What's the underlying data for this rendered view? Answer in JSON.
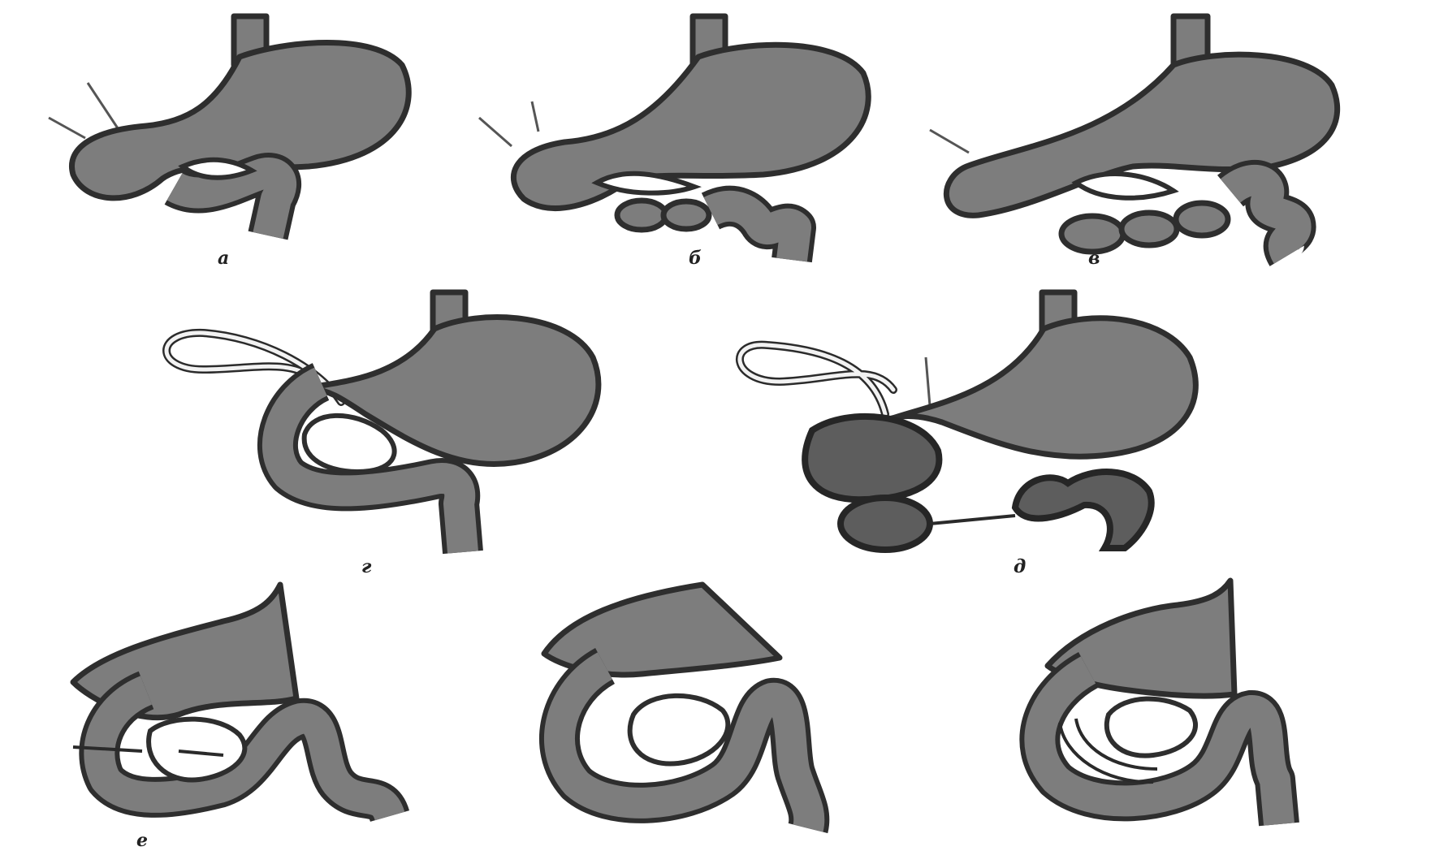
{
  "figure": {
    "panels": [
      {
        "id": "a",
        "label": "а"
      },
      {
        "id": "b",
        "label": "б"
      },
      {
        "id": "c",
        "label": "в"
      },
      {
        "id": "d",
        "label": "г"
      },
      {
        "id": "e",
        "label": "д"
      },
      {
        "id": "f",
        "label": "е"
      },
      {
        "id": "g",
        "label": ""
      },
      {
        "id": "h",
        "label": ""
      }
    ]
  },
  "colors": {
    "background": "#ffffff",
    "organ_fill": "#7d7d7d",
    "outline": "#2e2e2e"
  }
}
